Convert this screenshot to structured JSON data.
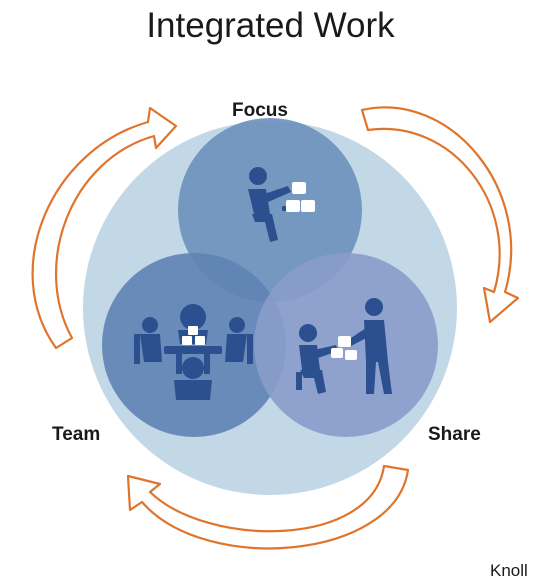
{
  "title": "Integrated Work",
  "labels": {
    "focus": "Focus",
    "team": "Team",
    "share": "Share"
  },
  "credit": "Knoll",
  "colors": {
    "outer_circle": "#c3d8e7",
    "focus_circle": "#6f93bd",
    "team_circle": "#5f83b4",
    "share_circle": "#8a9cca",
    "figures": "#2c4f8f",
    "arrows": "#e0742d"
  },
  "icons": {
    "focus": "person-stacking-blocks-icon",
    "team": "team-around-table-icon",
    "share": "two-people-sharing-blocks-icon",
    "cycle": "curved-cycle-arrow-icon"
  }
}
